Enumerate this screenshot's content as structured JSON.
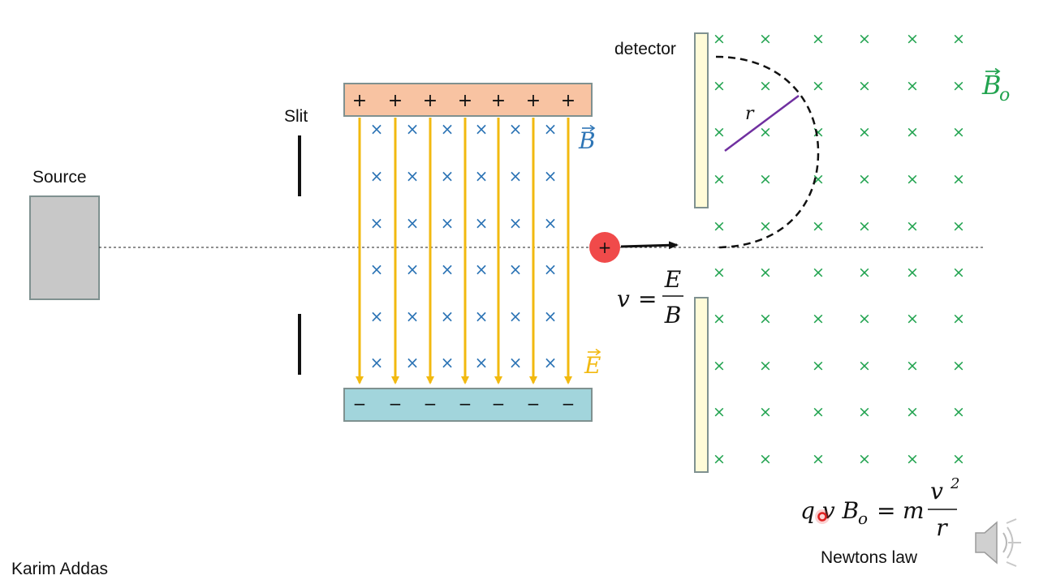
{
  "labels": {
    "source": "Source",
    "slit": "Slit",
    "detector": "detector",
    "author": "Karim Addas",
    "law_caption": "Newtons law"
  },
  "symbols": {
    "plus": "+",
    "minus": "−",
    "cross": "×",
    "vector_arrow": "⃗",
    "B": "B",
    "E": "E",
    "Bo": "B",
    "Bo_sub": "o",
    "radius": "r"
  },
  "equations": {
    "velocity": {
      "lhs": "v",
      "eq": "=",
      "num": "E",
      "den": "B"
    },
    "newton": {
      "lhs": "q v B",
      "lhs_sub": "o",
      "eq": "=",
      "m": "m",
      "num": "v",
      "num_sup": "2",
      "den": "r"
    }
  },
  "colors": {
    "positive_plate": "#f8c3a2",
    "negative_plate": "#a2d5dc",
    "plate_border": "#7f9190",
    "e_field": "#f2b90f",
    "b_field": "#2e75b6",
    "bo_field": "#21a34f",
    "particle": "#f04a4a",
    "radius_line": "#7030a0",
    "detector_fill": "#fffbd8",
    "source_fill": "#c8c8c8"
  },
  "icons": {
    "speaker": "speaker-icon"
  }
}
